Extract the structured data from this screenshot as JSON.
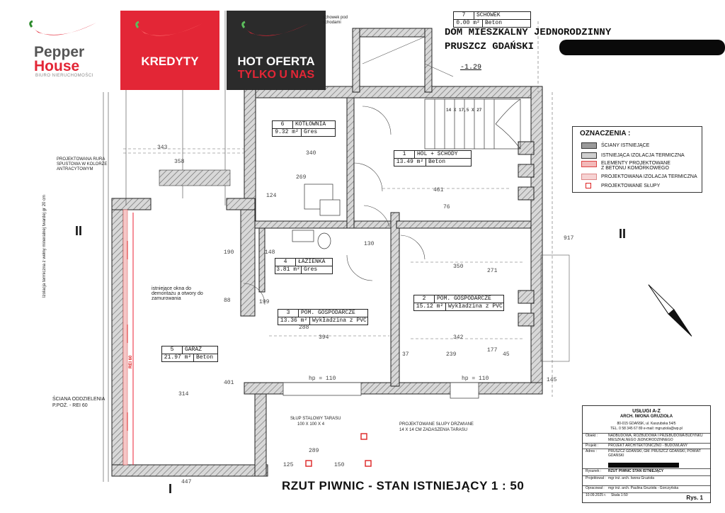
{
  "brand": {
    "name_line1": "Pepper",
    "name_line2": "House",
    "tagline": "BIURO NIERUCHOMOŚCI",
    "color_red": "#e32636",
    "color_dark": "#2b2b2b"
  },
  "tiles": [
    {
      "label": "KREDYTY",
      "color": "#e32636"
    },
    {
      "label_line1": "HOT OFERTA",
      "label_line2": "TYLKO U NAS",
      "color": "#2b2b2b"
    }
  ],
  "header": {
    "title_line1": "DOM MIESZKALNY JEDNORODZINNY",
    "title_line2": "PRUSZCZ GDAŃSKI"
  },
  "storage": {
    "no": "7",
    "name": "SCHOWEK",
    "area": "0.00 m²",
    "floor": "Beton"
  },
  "level_mark": "-1.29",
  "stair_note": "schowek pod schodami",
  "stair_spec": "14 X 17,5 X 27",
  "rooms": [
    {
      "no": "6",
      "name": "KOTŁOWNIA",
      "area": "9.32 m²",
      "floor": "Gres"
    },
    {
      "no": "1",
      "name": "HOL + SCHODY",
      "area": "13.49 m²",
      "floor": "Beton"
    },
    {
      "no": "4",
      "name": "ŁAZIENKA",
      "area": "3.81 m²",
      "floor": "Gres"
    },
    {
      "no": "3",
      "name": "POM. GOSPODARCZE",
      "area": "13.36 m²",
      "floor": "Wykładzina z PVC"
    },
    {
      "no": "2",
      "name": "POM. GOSPODARCZE",
      "area": "15.12 m²",
      "floor": "Wykładzina z PVC"
    },
    {
      "no": "5",
      "name": "GARAŻ",
      "area": "21.97 m²",
      "floor": "Beton"
    }
  ],
  "dimensions": {
    "d343": "343",
    "d358": "358",
    "d340": "340",
    "d269": "269",
    "d124": "124",
    "d461": "461",
    "d76": "76",
    "d350": "350",
    "d271": "271",
    "d394": "394",
    "d288": "288",
    "d342": "342",
    "d239": "239",
    "d177": "177",
    "d314": "314",
    "d401": "401",
    "d447": "447",
    "d289": "289",
    "d125": "125",
    "d150": "150",
    "d917": "917",
    "d190": "190",
    "d88": "88",
    "d37": "37",
    "d45": "45",
    "d145": "145",
    "hp110a": "hp = 110",
    "hp110b": "hp = 110",
    "d199": "199",
    "d148": "148",
    "d130": "130"
  },
  "legend": {
    "title": "OZNACZENIA :",
    "items": [
      {
        "label": "ŚCIANY ISTNIEJĄCE",
        "fill": "#9a9a9a"
      },
      {
        "label": "ISTNIEJĄCA IZOLACJA TERMICZNA",
        "fill": "#cfcfcf"
      },
      {
        "label_line1": "ELEMENTY PROJEKTOWANE",
        "label_line2": "Z BETONU KOMÓRKOWEGO",
        "fill": "#f2b9b9"
      },
      {
        "label": "PROJEKTOWANA IZOLACJA TERMICZNA",
        "fill": "#f6d3d3"
      },
      {
        "label": "PROJEKTOWANE SŁUPY",
        "fill": "#ffffff"
      }
    ]
  },
  "notes": {
    "pipe": "PROJEKTOWANA RURA SPUSTOWA W KOLORZE ANTRACYTOWYM",
    "windows": "istniejące okna do demontażu a otwory do zamurowania",
    "insulation": "Izolacja termiczna z wełny mineralnej twardej gr 20 cm",
    "firewall_line1": "ŚCIANA ODDZIELENIA",
    "firewall_line2": "P.POŻ. - REI 60",
    "rei": "REI 60",
    "steel_col": "SŁUP STALOWY TARASU",
    "steel_col_dim": "100 X 100 X 4",
    "wood_col": "PROJEKTOWANE SŁUPY DRZWIANE",
    "wood_col_dim": "14 X 14 CM ZADASZENIA TARASU"
  },
  "section_marks": {
    "left": "II",
    "right": "II",
    "bottom": "I"
  },
  "caption": "RZUT PIWNIC  -  STAN ISTNIEJĄCY 1 : 50",
  "title_block": {
    "company": "USŁUGI A-Z",
    "architect": "ARCH. IWONA GRUZIOŁA",
    "addr": "80-015 GDAŃSK, ul. Kaszubska 54/5",
    "tel": "TEL. 0 58 345 67 89 e-mail: mgruziola@wp.pl",
    "obiekt_k": "Obiekt :",
    "obiekt_v": "NADBUDOWA, ROZBUDOWA I PRZEBUDOWA BUDYNKU MIESZKALNEGO JEDNORODZINNEGO",
    "projekt_k": "Projekt :",
    "projekt_v": "PROJEKT ARCHITEKTONICZNO - BUDOWLANY",
    "adres_k": "Adres :",
    "adres_v": "PRUSZCZ GDAŃSKI, GM. PRUSZCZ GDAŃSKI, POWIAT GDAŃSKI",
    "rysunek_k": "Rysunek :",
    "rysunek_v": "RZUT PIWNIC STAN ISTNIEJĄCY",
    "projektowal_k": "Projektował :",
    "projektowal_v": "mgr inż. arch. Iwona Gruzioła",
    "opracowal_k": "Opracował :",
    "opracowal_v": "mgr inż. arch. Paulina Gruzioła - Gorczyńska",
    "date": "10.09.2025 r.",
    "scale": "Skala 1:50",
    "sheet": "Rys. 1"
  }
}
